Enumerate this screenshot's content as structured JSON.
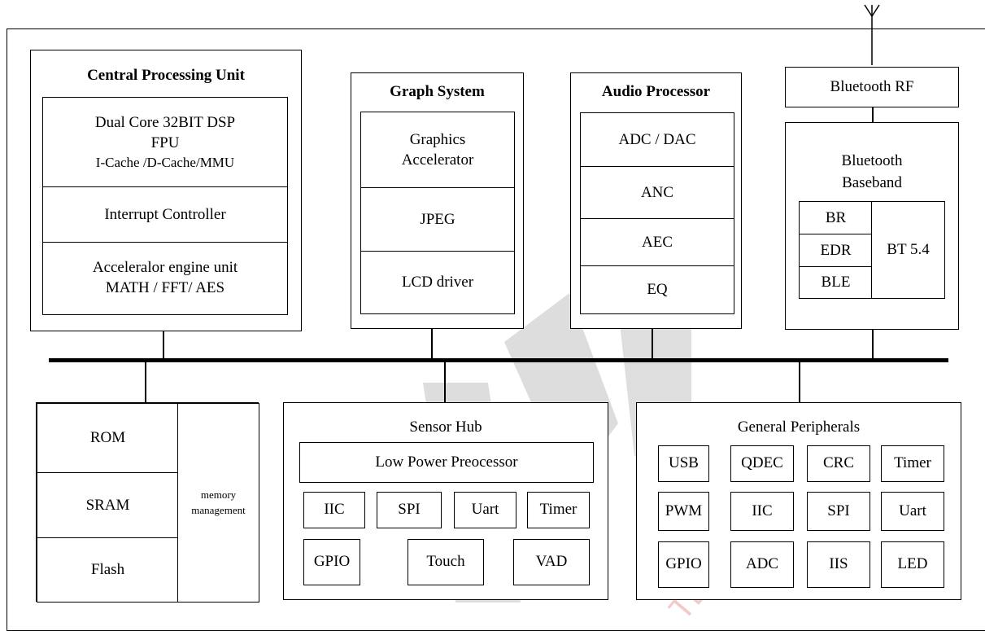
{
  "cpu": {
    "title": "Central Processing Unit",
    "dsp": "Dual Core 32BIT DSP\nFPU",
    "cache": "I-Cache /D-Cache/MMU",
    "interrupt": "Interrupt Controller",
    "accel": "Acceleralor engine unit\nMATH / FFT/ AES"
  },
  "graph": {
    "title": "Graph System",
    "items": [
      "Graphics\nAccelerator",
      "JPEG",
      "LCD driver"
    ]
  },
  "audio": {
    "title": "Audio Processor",
    "items": [
      "ADC / DAC",
      "ANC",
      "AEC",
      "EQ"
    ]
  },
  "bluetooth": {
    "rf": "Bluetooth RF",
    "baseband": "Bluetooth\nBaseband",
    "modes": [
      "BR",
      "EDR",
      "BLE"
    ],
    "version": "BT 5.4"
  },
  "memory": {
    "items": [
      "ROM",
      "SRAM",
      "Flash"
    ],
    "management": "memory\nmanagement"
  },
  "sensor": {
    "title": "Sensor Hub",
    "lpp": "Low Power Preocessor",
    "row1": [
      "IIC",
      "SPI",
      "Uart",
      "Timer"
    ],
    "row2": [
      "GPIO",
      "Touch",
      "VAD"
    ]
  },
  "peripherals": {
    "title": "General Peripherals",
    "row1": [
      "USB",
      "QDEC",
      "CRC",
      "Timer"
    ],
    "row2": [
      "PWM",
      "IIC",
      "SPI",
      "Uart"
    ],
    "row3": [
      "GPIO",
      "ADC",
      "IIS",
      "LED"
    ]
  },
  "watermark": {
    "text": "TECHNOLOGY",
    "color": "#e8a0a0"
  }
}
